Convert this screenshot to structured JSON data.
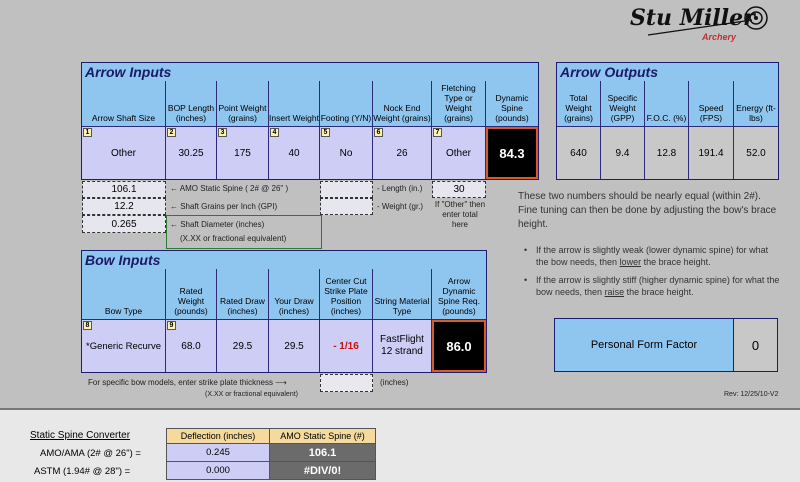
{
  "logo": {
    "text": "Stu Miller",
    "sub": "Archery"
  },
  "arrow_inputs": {
    "title": "Arrow Inputs",
    "columns": [
      {
        "header": "Arrow Shaft Size",
        "num": "1",
        "value": "Other"
      },
      {
        "header": "BOP Length (inches)",
        "num": "2",
        "value": "30.25"
      },
      {
        "header": "Point Weight (grains)",
        "num": "3",
        "value": "175"
      },
      {
        "header": "Insert Weight",
        "num": "4",
        "value": "40"
      },
      {
        "header": "Footing (Y/N)",
        "num": "5",
        "value": "No"
      },
      {
        "header": "Nock End Weight (grains)",
        "num": "6",
        "value": "26"
      },
      {
        "header": "Fletching Type or Weight (grains)",
        "num": "7",
        "value": "Other"
      },
      {
        "header": "Dynamic Spine (pounds)",
        "num": "",
        "value": "84.3"
      }
    ],
    "amo_spine": "106.1",
    "amo_spine_label": "← AMO Static Spine ( 2# @ 26\" )",
    "gpi": "12.2",
    "gpi_label": "← Shaft Grains per Inch (GPI)",
    "diameter": "0.265",
    "diameter_label": "← Shaft Diameter (inches)",
    "diameter_sub": "(X.XX or fractional equivalent)",
    "length_label": "- Length (in.)",
    "weight_label": "- Weight (gr.)",
    "fletch_length": "30",
    "fletch_note": "If \"Other\" then enter total here"
  },
  "arrow_outputs": {
    "title": "Arrow Outputs",
    "columns": [
      {
        "header": "Total Weight (grains)",
        "value": "640"
      },
      {
        "header": "Specific Weight (GPP)",
        "value": "9.4"
      },
      {
        "header": "F.O.C. (%)",
        "value": "12.8"
      },
      {
        "header": "Speed (FPS)",
        "value": "191.4"
      },
      {
        "header": "Energy (ft-lbs)",
        "value": "52.0"
      }
    ]
  },
  "advice": {
    "intro": "These two numbers should be nearly equal (within 2#). Fine tuning can then be done by adjusting the bow's brace height.",
    "weak_a": "If the arrow is slightly weak (lower dynamic spine) for what the bow needs, then ",
    "weak_u": "lower",
    "weak_b": " the brace height.",
    "stiff_a": "If the arrow is slightly stiff (higher dynamic spine) for what the bow needs, then ",
    "stiff_u": "raise",
    "stiff_b": " the brace height."
  },
  "form_factor": {
    "label": "Personal Form Factor",
    "value": "0"
  },
  "bow_inputs": {
    "title": "Bow Inputs",
    "columns": [
      {
        "header": "Bow Type",
        "num": "8",
        "value": "*Generic Recurve"
      },
      {
        "header": "Rated Weight (pounds)",
        "num": "9",
        "value": "68.0"
      },
      {
        "header": "Rated Draw (inches)",
        "num": "",
        "value": "29.5"
      },
      {
        "header": "Your Draw (inches)",
        "num": "",
        "value": "29.5"
      },
      {
        "header": "Center Cut Strike Plate Position (inches)",
        "num": "",
        "value": "- 1/16"
      },
      {
        "header": "String Material Type",
        "num": "",
        "value": "FastFlight 12 strand"
      },
      {
        "header": "Arrow Dynamic Spine Req. (pounds)",
        "num": "",
        "value": "86.0"
      }
    ],
    "strike_note": "For specific bow models, enter strike plate thickness ⟶",
    "strike_sub": "(X.XX or fractional equivalent)",
    "strike_unit": "(inches)"
  },
  "revision": "Rev: 12/25/10-V2",
  "converter": {
    "title": "Static Spine Converter",
    "col1": "Deflection (inches)",
    "col2": "AMO Static Spine (#)",
    "rows": [
      {
        "label": "AMO/AMA  (2# @ 26\")  =",
        "deflection": "0.245",
        "spine": "106.1"
      },
      {
        "label": "ASTM  (1.94# @ 28\")  =",
        "deflection": "0.000",
        "spine": "#DIV/0!"
      }
    ]
  },
  "colors": {
    "panel": "#8fc6f0",
    "input": "#cdcdf5",
    "accent": "#d95a2a",
    "sheet": "#c0c0c0"
  }
}
